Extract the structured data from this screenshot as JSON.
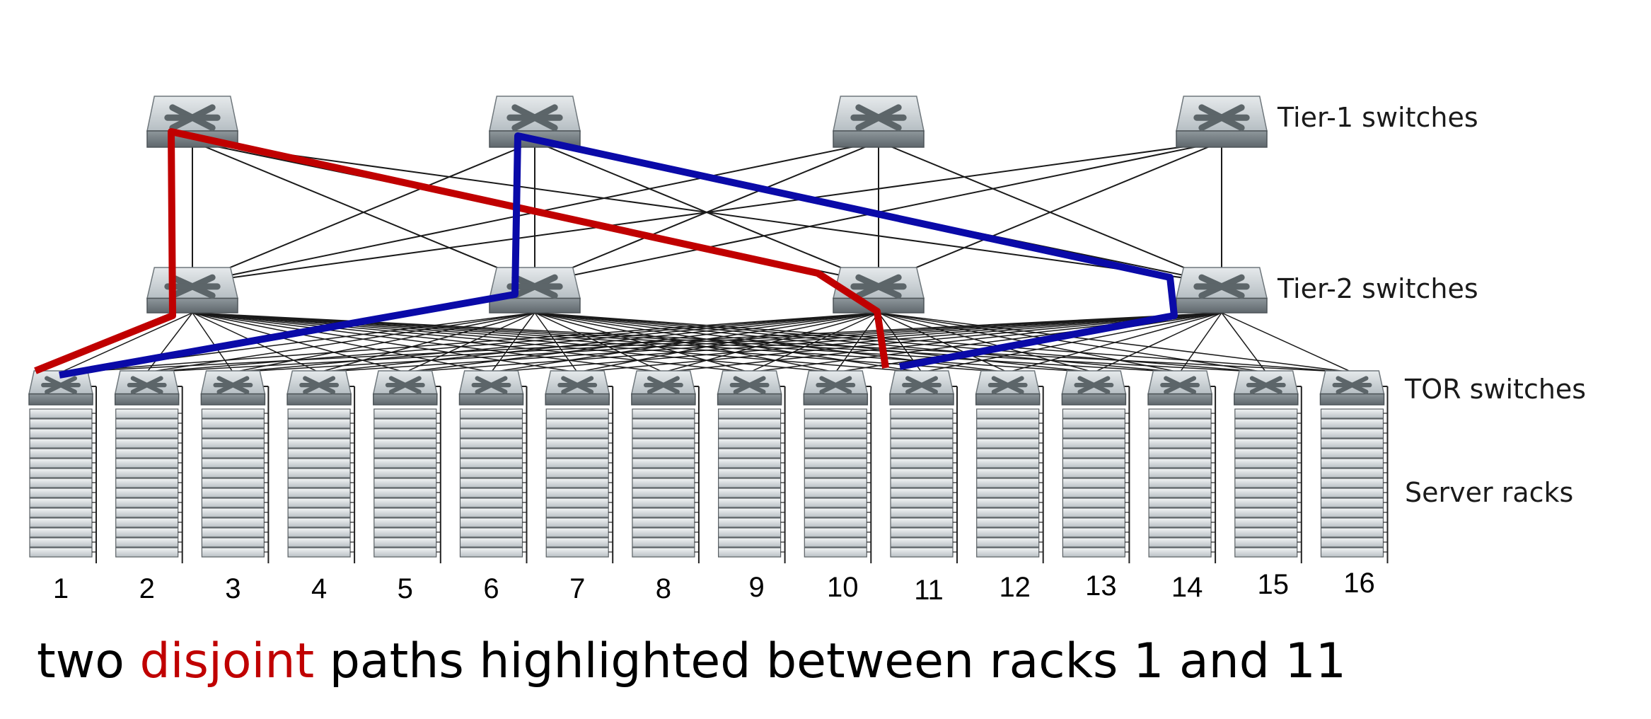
{
  "labels": {
    "tier1": "Tier-1 switches",
    "tier2": "Tier-2 switches",
    "tor": "TOR switches",
    "racks": "Server racks"
  },
  "rack_numbers": [
    "1",
    "2",
    "3",
    "4",
    "5",
    "6",
    "7",
    "8",
    "9",
    "10",
    "11",
    "12",
    "13",
    "14",
    "15",
    "16"
  ],
  "caption": {
    "before": "two ",
    "highlight": "disjoint",
    "after": " paths highlighted between racks 1 and 11"
  },
  "colors": {
    "path_red": "#c00000",
    "path_blue": "#0a0aa8",
    "caption_highlight": "#c00000",
    "switch_face": "#c9d0d4",
    "switch_icon": "switch-icon",
    "rack_icon": "server-rack-icon"
  }
}
